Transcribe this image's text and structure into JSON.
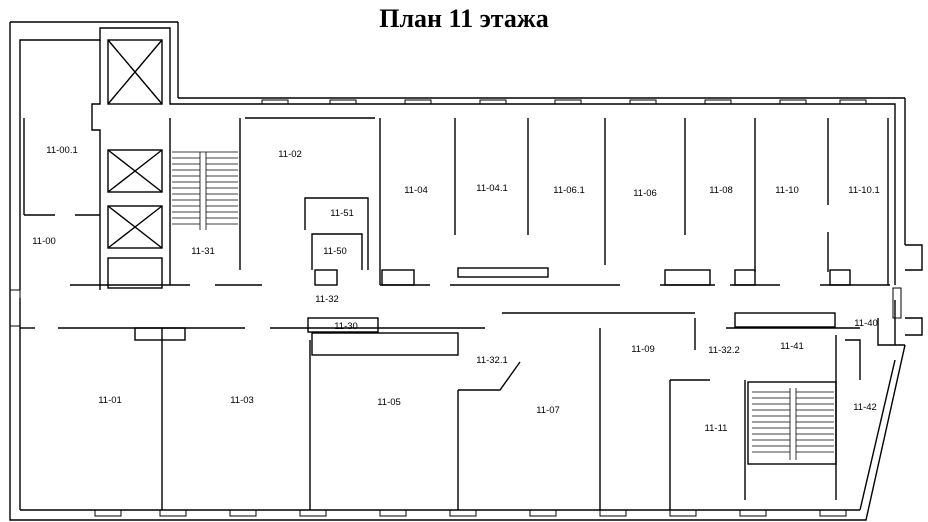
{
  "title": "План 11 этажа",
  "rooms": [
    {
      "id": "11-00.1"
    },
    {
      "id": "11-00"
    },
    {
      "id": "11-31"
    },
    {
      "id": "11-02"
    },
    {
      "id": "11-51"
    },
    {
      "id": "11-50"
    },
    {
      "id": "11-04"
    },
    {
      "id": "11-04.1"
    },
    {
      "id": "11-06.1"
    },
    {
      "id": "11-06"
    },
    {
      "id": "11-08"
    },
    {
      "id": "11-10"
    },
    {
      "id": "11-10.1"
    },
    {
      "id": "11-32"
    },
    {
      "id": "11-30"
    },
    {
      "id": "11-40"
    },
    {
      "id": "11-32.1"
    },
    {
      "id": "11-09"
    },
    {
      "id": "11-32.2"
    },
    {
      "id": "11-41"
    },
    {
      "id": "11-01"
    },
    {
      "id": "11-03"
    },
    {
      "id": "11-05"
    },
    {
      "id": "11-07"
    },
    {
      "id": "11-11"
    },
    {
      "id": "11-42"
    }
  ],
  "colors": {
    "wall": "#000000",
    "background": "#ffffff",
    "fill": "#dcdcdc"
  }
}
